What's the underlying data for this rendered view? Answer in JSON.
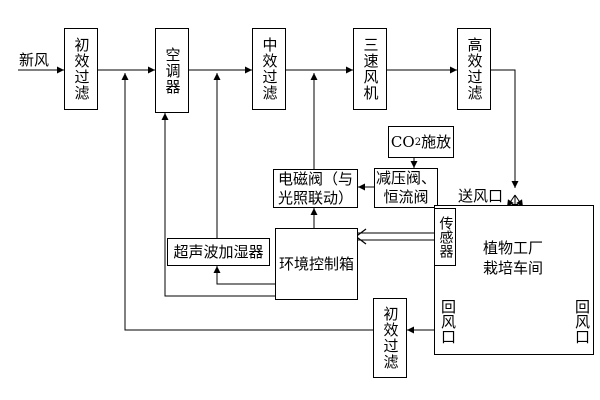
{
  "fresh_air_label": "新风",
  "boxes": {
    "primary_filter_in": "初效过滤",
    "air_conditioner": "空调器",
    "medium_filter": "中效过滤",
    "three_speed_fan": "三速风机",
    "high_filter": "高效过滤",
    "co2_supply": {
      "prefix": "CO",
      "sub": "2",
      "suffix": "施放"
    },
    "pressure_valve": "减压阀、\n恒流阀",
    "solenoid_valve": "电磁阀（与\n光照联动）",
    "humidifier": "超声波加湿器",
    "env_control": "环境控制箱",
    "sensor": "传感器",
    "primary_filter_return": "初效过滤"
  },
  "factory": {
    "title": "植物工厂\n栽培车间",
    "supply_vent": "送风口",
    "return_vent_left": "回风口",
    "return_vent_right": "回风口"
  }
}
